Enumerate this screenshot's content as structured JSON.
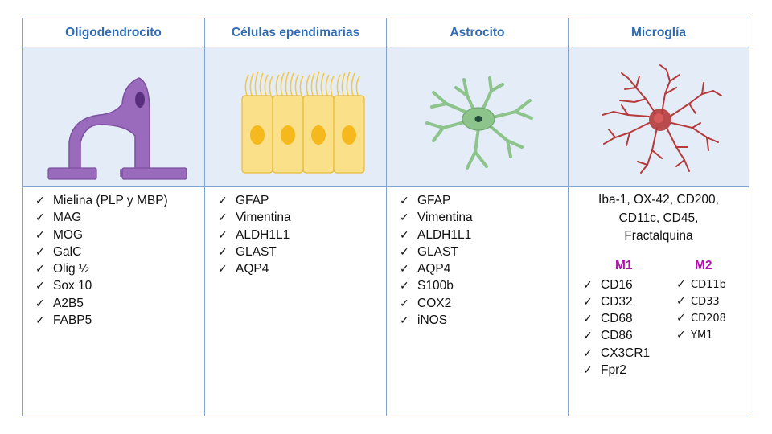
{
  "columns": [
    {
      "title": "Oligodendrocito",
      "markers": [
        "Mielina (PLP y MBP)",
        "MAG",
        "MOG",
        "GalC",
        "Olig ½",
        "Sox 10",
        "A2B5",
        "FABP5"
      ]
    },
    {
      "title": "Células ependimarias",
      "markers": [
        "GFAP",
        "Vimentina",
        "ALDH1L1",
        "GLAST",
        "AQP4"
      ]
    },
    {
      "title": "Astrocito",
      "markers": [
        "GFAP",
        "Vimentina",
        "ALDH1L1",
        "GLAST",
        "AQP4",
        "S100b",
        "COX2",
        "iNOS"
      ]
    },
    {
      "title": "Microglía",
      "general_lines": [
        "Iba-1, OX-42, CD200,",
        "CD11c, CD45,",
        "Fractalquina"
      ],
      "m1": {
        "label": "M1",
        "markers": [
          "CD16",
          "CD32",
          "CD68",
          "CD86",
          "CX3CR1",
          "Fpr2"
        ]
      },
      "m2": {
        "label": "M2",
        "markers": [
          "CD11b",
          "CD33",
          "CD208",
          "YM1"
        ]
      }
    }
  ],
  "check_glyph": "✓",
  "colors": {
    "header_text": "#2e6cb7",
    "border": "#7fa4d0",
    "image_bg": "#e4ecf8",
    "m_label": "#b511b5",
    "oligodendrocyte": "#9a6bbd",
    "ependymal": "#fbe08a",
    "astrocyte": "#8cc48b",
    "microglia": "#b53a3a"
  },
  "icons": [
    "oligodendrocyte-illustration",
    "ependymal-cells-illustration",
    "astrocyte-illustration",
    "microglia-illustration"
  ]
}
